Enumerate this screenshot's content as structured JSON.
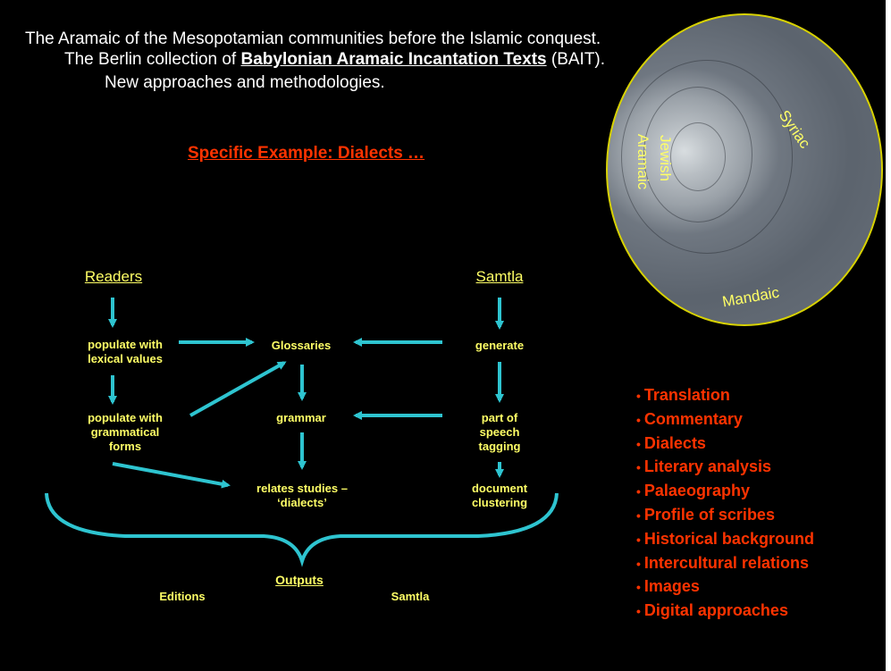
{
  "header": {
    "line1": "The Aramaic of the Mesopotamian communities before the Islamic conquest.",
    "line2_prefix": "The Berlin collection of ",
    "line2_link": "Babylonian Aramaic Incantation Texts",
    "line2_suffix": " (BAIT).",
    "line3": "New approaches and methodologies."
  },
  "subtitle": "Specific  Example:  Dialects  …",
  "diagram": {
    "readers": "Readers",
    "samtla": "Samtla",
    "populate_lexical": "populate with\nlexical values",
    "populate_grammatical": "populate with\ngrammatical\nforms",
    "glossaries": "Glossaries",
    "grammar": "grammar",
    "relates": "relates studies –\n‘dialects’",
    "generate": "generate",
    "pos_tagging": "part of\nspeech\ntagging",
    "document_clustering": "document\nclustering",
    "outputs": "Outputs",
    "editions": "Editions",
    "samtla_output": "Samtla",
    "arrow_color": "#2ec4d0",
    "text_color": "#ffff66"
  },
  "bowl": {
    "labels": {
      "syriac": "Syriac",
      "jewish": "Jewish",
      "aramaic": "Aramaic",
      "mandaic": "Mandaic"
    },
    "border_color": "#d8d200"
  },
  "topics": [
    "Translation",
    "Commentary",
    "Dialects",
    "Literary analysis",
    "Palaeography",
    "Profile of scribes",
    "Historical  background",
    "Intercultural  relations",
    "Images",
    "Digital approaches"
  ],
  "colors": {
    "background": "#000000",
    "header_text": "#ffffff",
    "accent_red": "#ff3300",
    "diagram_yellow": "#ffff66",
    "arrow_cyan": "#2ec4d0"
  }
}
